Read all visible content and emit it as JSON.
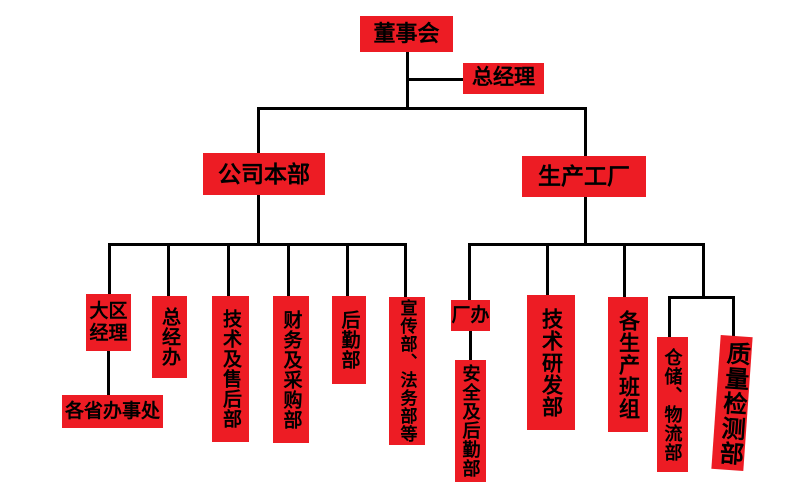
{
  "diagram_type": "org-chart",
  "colors": {
    "box_fill": "#ED1C24",
    "text": "#000000",
    "line": "#000000",
    "background": "#FFFFFF"
  },
  "nodes": {
    "board": {
      "label": "董事会"
    },
    "general_manager": {
      "label": "总经理"
    },
    "company_hq": {
      "label": "公司本部"
    },
    "factory": {
      "label": "生产工厂"
    },
    "regional_manager": {
      "label": "大区经理"
    },
    "provincial_offices": {
      "label": "各省办事处"
    },
    "general_office": {
      "label": "总经办"
    },
    "tech_aftersales": {
      "label": "技术及售后部"
    },
    "finance_procurement": {
      "label": "财务及采购部"
    },
    "rear_service": {
      "label": "后勤部"
    },
    "publicity_legal": {
      "label": "宣传部、法务部等"
    },
    "factory_office": {
      "label": "厂办"
    },
    "safety_support": {
      "label": "安全及后勤部"
    },
    "tech_rnd": {
      "label": "技术研发部"
    },
    "production_teams": {
      "label": "各生产班组"
    },
    "warehouse_logistics": {
      "label": "仓储、物流部"
    },
    "quality_inspection": {
      "label": "质量检测部"
    }
  },
  "edges": [
    [
      "board",
      "general_manager"
    ],
    [
      "board",
      "company_hq"
    ],
    [
      "board",
      "factory"
    ],
    [
      "company_hq",
      "regional_manager"
    ],
    [
      "company_hq",
      "general_office"
    ],
    [
      "company_hq",
      "tech_aftersales"
    ],
    [
      "company_hq",
      "finance_procurement"
    ],
    [
      "company_hq",
      "rear_service"
    ],
    [
      "company_hq",
      "publicity_legal"
    ],
    [
      "regional_manager",
      "provincial_offices"
    ],
    [
      "factory",
      "factory_office"
    ],
    [
      "factory",
      "tech_rnd"
    ],
    [
      "factory",
      "production_teams"
    ],
    [
      "factory",
      "warehouse_logistics"
    ],
    [
      "factory",
      "quality_inspection"
    ],
    [
      "factory_office",
      "safety_support"
    ]
  ]
}
